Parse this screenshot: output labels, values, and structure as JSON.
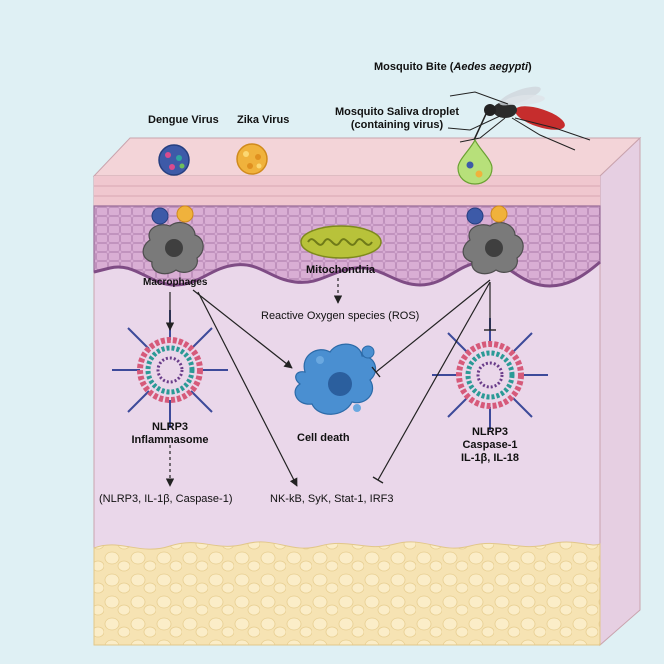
{
  "labels": {
    "mosquito_bite_prefix": "Mosquito Bite (",
    "mosquito_species": "Aedes aegypti",
    "mosquito_bite_suffix": ")",
    "dengue": "Dengue Virus",
    "zika": "Zika Virus",
    "saliva_line1": "Mosquito Saliva droplet",
    "saliva_line2": "(containing virus)",
    "mitochondria": "Mitochondria",
    "macrophages": "Macrophages",
    "ros": "Reactive Oxygen species (ROS)",
    "nlrp3_inflammasome_line1": "NLRP3",
    "nlrp3_inflammasome_line2": "Inflammasome",
    "cell_death": "Cell death",
    "right_line1": "NLRP3",
    "right_line2": "Caspase-1",
    "right_line3": "IL-1β, IL-18",
    "left_outputs": "(NLRP3, IL-1β, Caspase-1)",
    "center_outputs": "NK-kB, SyK, Stat-1, IRF3"
  },
  "colors": {
    "background": "#dff0f4",
    "skin_top": "#f3d4d8",
    "epidermis": "#d9aed4",
    "dermis": "#ead7ea",
    "fat": "#f6e3b3",
    "dengue_virus": "#3d5aa8",
    "zika_virus": "#f0b23c",
    "macrophage": "#6b6b6b",
    "mitochondria": "#b8c23a",
    "cell_death": "#3a7fc4",
    "inflammasome": "#2b9a96"
  }
}
